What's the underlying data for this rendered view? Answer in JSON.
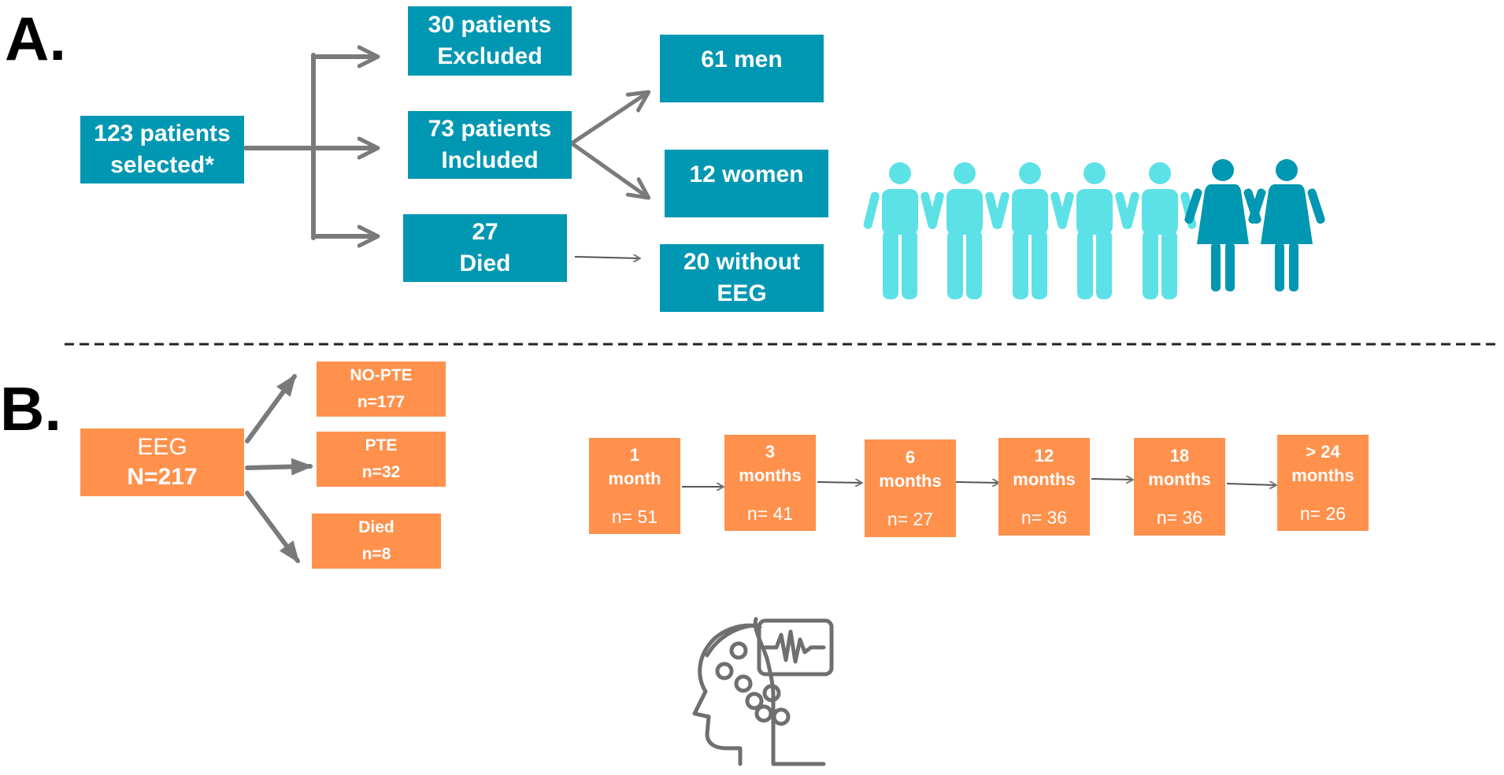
{
  "panel_a": {
    "label": "A.",
    "selected": [
      "123 patients",
      "selected*"
    ],
    "excluded": [
      "30 patients",
      "Excluded"
    ],
    "included": [
      "73 patients",
      "Included"
    ],
    "died": [
      "27",
      "Died"
    ],
    "men": "61 men",
    "women": "12 women",
    "without_eeg": [
      "20 without",
      "EEG"
    ],
    "people_icons": {
      "men_color": "#5ce1e6",
      "women_color": "#0097b2",
      "icons": [
        "man-icon",
        "man-icon",
        "man-icon",
        "man-icon",
        "man-icon",
        "woman-icon",
        "woman-icon"
      ]
    }
  },
  "panel_b": {
    "label": "B.",
    "eeg": [
      "EEG",
      "N=217"
    ],
    "no_pte": [
      "NO-PTE",
      "n=177"
    ],
    "pte": [
      "PTE",
      "n=32"
    ],
    "died": [
      "Died",
      "n=8"
    ],
    "timeline": [
      {
        "period": [
          "1",
          "month"
        ],
        "n": "n= 51"
      },
      {
        "period": [
          "3",
          "months"
        ],
        "n": "n= 41"
      },
      {
        "period": [
          "6",
          "months"
        ],
        "n": "n= 27"
      },
      {
        "period": [
          "12",
          "months"
        ],
        "n": "n= 36"
      },
      {
        "period": [
          "18",
          "months"
        ],
        "n": "n= 36"
      },
      {
        "period": [
          "> 24",
          "months"
        ],
        "n": "n= 26"
      }
    ],
    "icon": "eeg-head-icon"
  },
  "colors": {
    "teal": "#0097b2",
    "orange": "#ff914d",
    "arrow": "#7a7a7a",
    "divider": "#222222"
  }
}
